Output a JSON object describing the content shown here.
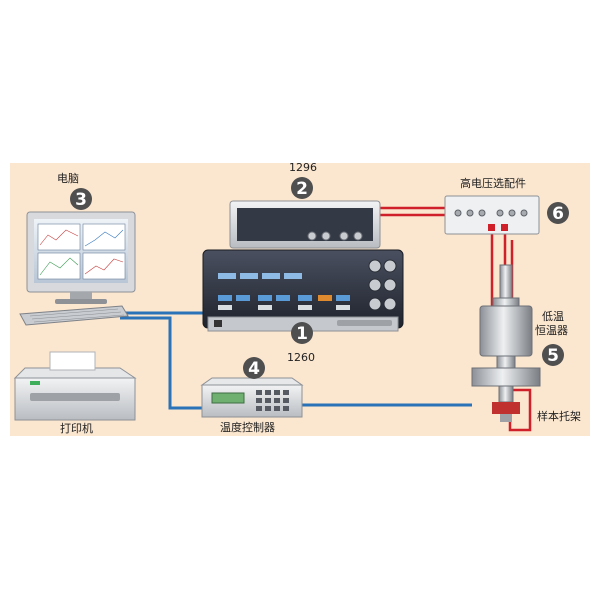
{
  "labels": {
    "computer": "电脑",
    "printer": "打印机",
    "temp_controller": "温度控制器",
    "hv_option": "高电压选配件",
    "cryostat_line1": "低温",
    "cryostat_line2": "恒温器",
    "sample_holder": "样本托架",
    "model_top": "1296",
    "model_bottom": "1260"
  },
  "badges": {
    "b1": "1",
    "b2": "2",
    "b3": "3",
    "b4": "4",
    "b5": "5",
    "b6": "6"
  },
  "colors": {
    "panel_bg": "#fbe6cf",
    "cable_blue": "#2a73b8",
    "cable_red": "#d0202a",
    "badge_bg": "#4f4f4f",
    "device_dark": "#2f3440",
    "device_light": "#dcdfe2"
  }
}
